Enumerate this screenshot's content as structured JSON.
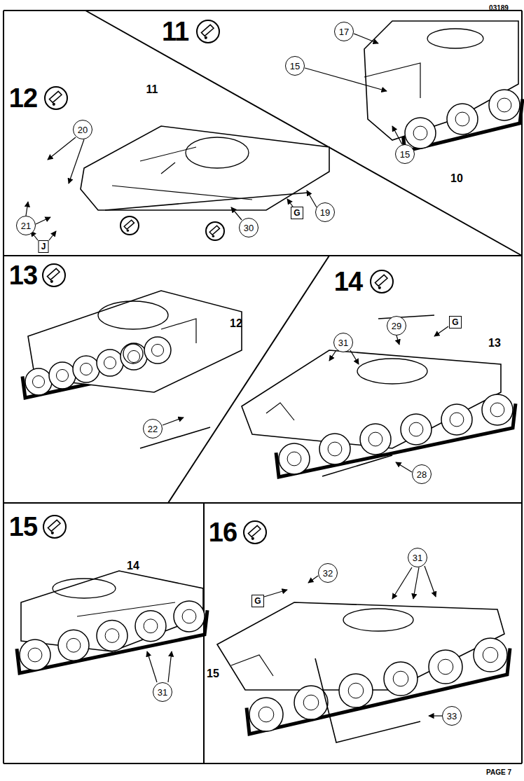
{
  "diagram": {
    "labels": [
      "03189",
      "11",
      "17",
      "15",
      "15",
      "10",
      "12",
      "11",
      "20",
      "21",
      "J",
      "30",
      "G",
      "19",
      "13",
      "12",
      "22",
      "14",
      "31",
      "29",
      "G",
      "13",
      "28",
      "15",
      "14",
      "31",
      "16",
      "32",
      "G",
      "31",
      "15",
      "33",
      "PAGE 7"
    ]
  }
}
